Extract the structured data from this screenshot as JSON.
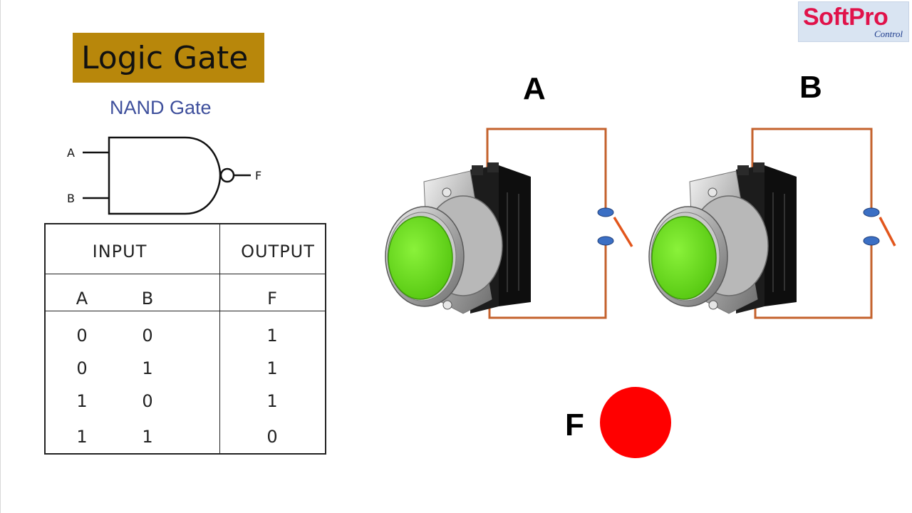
{
  "title": "Logic Gate",
  "gate_name": "NAND Gate",
  "gate_diagram": {
    "input_a": "A",
    "input_b": "B",
    "output_f": "F"
  },
  "truth_table": {
    "group_headers": [
      "INPUT",
      "OUTPUT"
    ],
    "column_headers": [
      "A",
      "B",
      "F"
    ],
    "rows": [
      [
        "0",
        "0",
        "1"
      ],
      [
        "0",
        "1",
        "1"
      ],
      [
        "1",
        "0",
        "1"
      ],
      [
        "1",
        "1",
        "0"
      ]
    ]
  },
  "circuit": {
    "switch_a_label": "A",
    "switch_b_label": "B",
    "output_label": "F",
    "output_state": "on",
    "button_color": "#76e81c",
    "wire_color": "#c4622d",
    "contact_color": "#3b6fc4",
    "lamp_color": "#ff0000"
  },
  "logo": {
    "main": "SoftPro",
    "sub": "Control"
  }
}
